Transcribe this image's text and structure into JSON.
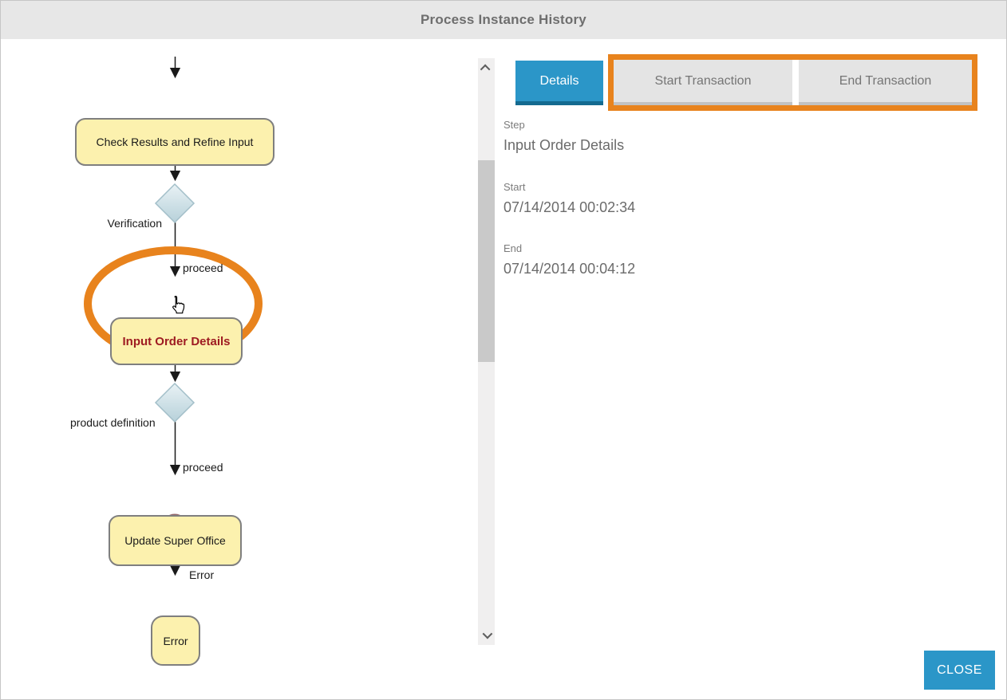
{
  "window": {
    "title": "Process Instance History"
  },
  "colors": {
    "accent_blue": "#2b96c8",
    "accent_blue_dark": "#146a90",
    "annotation_orange": "#e8831d",
    "node_yellow": "#fcf1ae",
    "node_highlight_red": "#9e1b22",
    "titlebar_gray": "#e7e7e7"
  },
  "tabs": {
    "items": [
      {
        "label": "Details",
        "active": true
      },
      {
        "label": "Start Transaction",
        "active": false
      },
      {
        "label": "End Transaction",
        "active": false
      }
    ]
  },
  "details_panel": {
    "fields": [
      {
        "label": "Step",
        "value": "Input Order Details"
      },
      {
        "label": "Start",
        "value": "07/14/2014 00:02:34"
      },
      {
        "label": "End",
        "value": "07/14/2014 00:04:12"
      }
    ]
  },
  "flowchart": {
    "nodes": [
      {
        "label": "Check Results and Refine Input"
      },
      {
        "label": "Input Order Details",
        "highlighted": true
      },
      {
        "label": "Update Super Office"
      },
      {
        "label": "Error"
      }
    ],
    "gateways": [
      {
        "label": "Verification",
        "outgoing_label": "proceed"
      },
      {
        "label": "product definition",
        "outgoing_label": "proceed"
      }
    ],
    "boundary_event": {
      "label": "Error",
      "icon": "envelope-icon"
    }
  },
  "footer": {
    "close_label": "CLOSE"
  }
}
